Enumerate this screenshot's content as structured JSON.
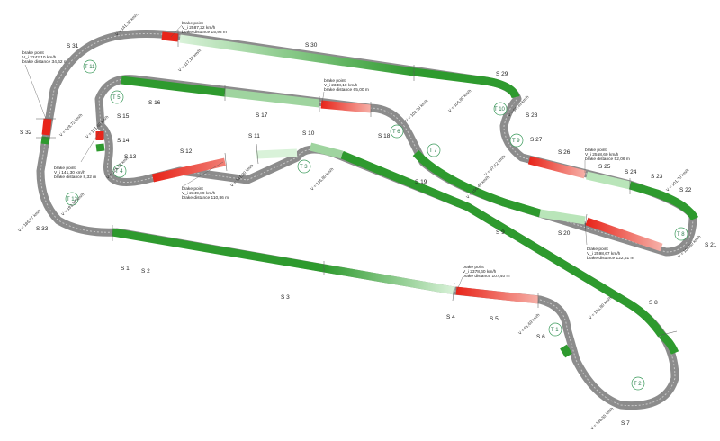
{
  "colors": {
    "track": "#8c8c8c",
    "accel": "#2e9a2e",
    "accel_light": "#cfeecf",
    "brake": "#e8251a",
    "turn_circle": "#3a9a5a"
  },
  "sections": [
    "S 1",
    "S 2",
    "S 3",
    "S 4",
    "S 5",
    "S 6",
    "S 7",
    "S 8",
    "S 9",
    "S 10",
    "S 11",
    "S 12",
    "S 13",
    "S 14",
    "S 15",
    "S 16",
    "S 17",
    "S 18",
    "S 19",
    "S 20",
    "S 21",
    "S 22",
    "S 23",
    "S 24",
    "S 25",
    "S 26",
    "S 27",
    "S 28",
    "S 29",
    "S 30",
    "S 31",
    "S 32",
    "S 33"
  ],
  "turns": [
    "T 1",
    "T 2",
    "T 3",
    "T 4",
    "T 5",
    "T 6",
    "T 7",
    "T 8",
    "T 9",
    "T 10",
    "T 11",
    "T 12"
  ],
  "velocities": [
    "V = 141,38 km/h",
    "V = 117,18 km/h",
    "V = 129,72 km/h",
    "V = 102,39 km/h",
    "V = 96,39 km/h",
    "V = 106,89 km/h",
    "V = 97,12 km/h",
    "V = 101,70 km/h",
    "V = 156,49 km/h",
    "V = 136,80 km/h",
    "V = 141,30 km/h",
    "V = 125,58 km/h",
    "V = 121,60 km/h",
    "V = 186,17 km/h",
    "V = 136,80 km/h",
    "V = 91,69 km/h",
    "V = 100,60 km/h",
    "V = 198,55 km/h",
    "V = 193,51 km/h"
  ],
  "brake_points": [
    {
      "title": "brake point",
      "speed": "V_i 2587,22 km/h",
      "distance": "brake distance 15,98 m"
    },
    {
      "title": "brake point",
      "speed": "V_i 2242,10 km/h",
      "distance": "brake distance 34,62 m"
    },
    {
      "title": "brake point",
      "speed": "V_i 2348,10 km/h",
      "distance": "brake distance 65,00 m"
    },
    {
      "title": "brake point",
      "speed": "V_i 141,30 km/h",
      "distance": "brake distance 8,32 m"
    },
    {
      "title": "brake point",
      "speed": "V_i 2349,89 km/h",
      "distance": "brake distance 110,86 m"
    },
    {
      "title": "brake point",
      "speed": "V_i 2558,60 km/h",
      "distance": "brake distance 52,06 m"
    },
    {
      "title": "brake point",
      "speed": "V_i 2598,67 km/h",
      "distance": "brake distance 122,61 m"
    },
    {
      "title": "brake point",
      "speed": "V_i 2378,60 km/h",
      "distance": "brake distance 107,40 m"
    }
  ]
}
